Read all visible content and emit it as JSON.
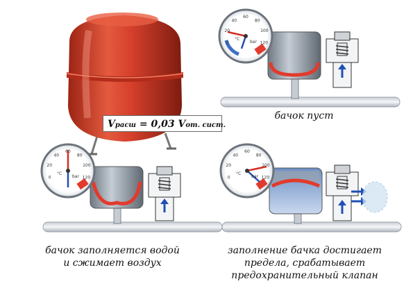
{
  "formula": {
    "lhs": "V",
    "lhs_sub": "расш",
    "middle": " = 0,03 V",
    "rhs_sub": "от. сист."
  },
  "captions": {
    "empty": "бачок пуст",
    "filling_line1": "бачок заполняется водой",
    "filling_line2": "и сжимает воздух",
    "full_line1": "заполнение бачка достигает",
    "full_line2": "предела, срабатывает",
    "full_line3": "предохранительный клапан"
  },
  "gauge": {
    "ticks": [
      "0",
      "20",
      "40",
      "60",
      "80",
      "100",
      "120"
    ],
    "unit": "°C",
    "unit2": "bar"
  },
  "colors": {
    "tank_red": "#d6402c",
    "tank_dark": "#8e1f12",
    "water_blue": "#8fb1d9",
    "membrane": "#e23a2c",
    "pipe": "#e6e9ee",
    "gray_tank": "#9aa3ad"
  },
  "icons": {
    "tank_photo": "expansion-tank",
    "gauge": "thermo-manometer",
    "valve": "safety-valve",
    "arrow": "flow-arrow"
  }
}
